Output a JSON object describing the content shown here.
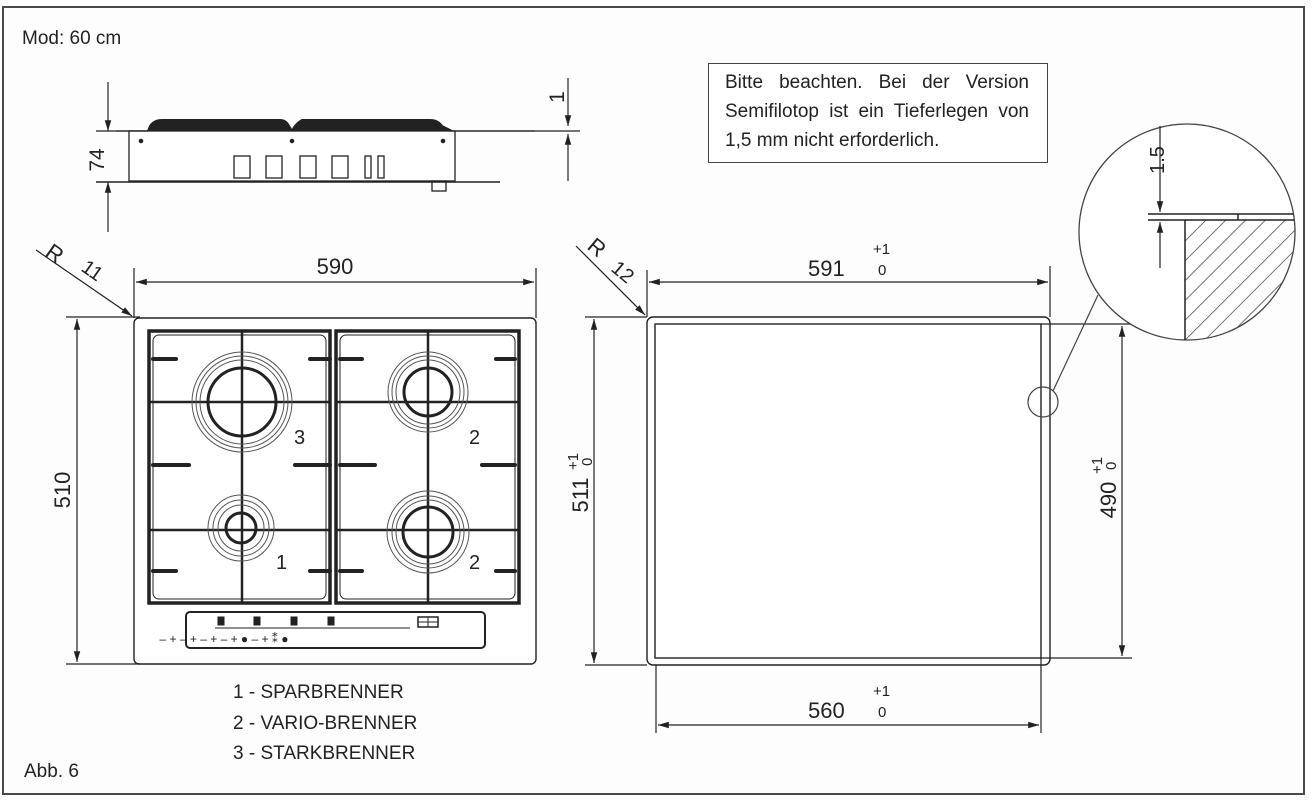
{
  "figure": {
    "model_label": "Mod: 60 cm",
    "figure_label": "Abb. 6",
    "note": "Bitte beachten. Bei der Version Semifilotop ist ein Tieferlegen von 1,5 mm nicht erforderlich."
  },
  "side_view": {
    "height_dim": "74",
    "top_offset_dim": "1"
  },
  "hob_top_view": {
    "radius_label": "R",
    "radius_value": "11",
    "width_dim": "590",
    "depth_dim": "510",
    "burner_labels": [
      "3",
      "2",
      "1",
      "2"
    ]
  },
  "cutout_view": {
    "radius_label": "R",
    "radius_value": "12",
    "outer_width_dim": "591",
    "outer_depth_dim": "511",
    "inner_width_dim": "560",
    "inner_depth_dim": "490",
    "tol_upper": "+1",
    "tol_lower": "0",
    "detail_dim": "1.5"
  },
  "legend": {
    "items": [
      "1 - SPARBRENNER",
      "2 - VARIO-BRENNER",
      "3 - STARKBRENNER"
    ]
  }
}
